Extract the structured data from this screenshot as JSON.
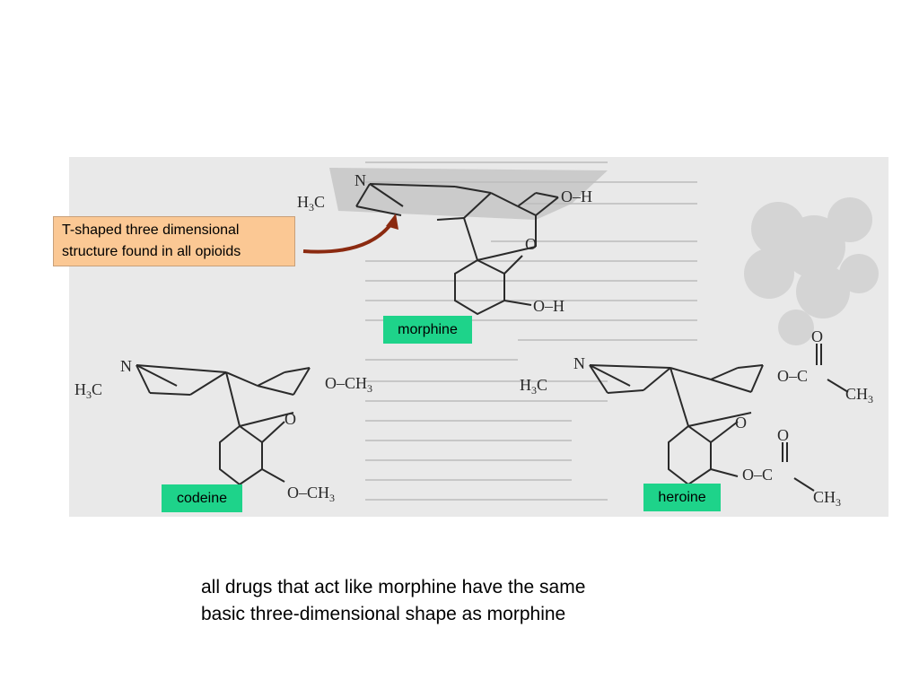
{
  "callout": {
    "line1": "T-shaped three dimensional",
    "line2": "structure found in all opioids"
  },
  "labels": {
    "morphine": "morphine",
    "codeine": "codeine",
    "heroine": "heroine"
  },
  "caption": {
    "line1": "all drugs that act like morphine have the same",
    "line2": "basic three-dimensional shape as morphine"
  },
  "colors": {
    "callout_bg": "#fbc894",
    "tag_bg": "#1ed38a",
    "arrow": "#8b2a10"
  }
}
